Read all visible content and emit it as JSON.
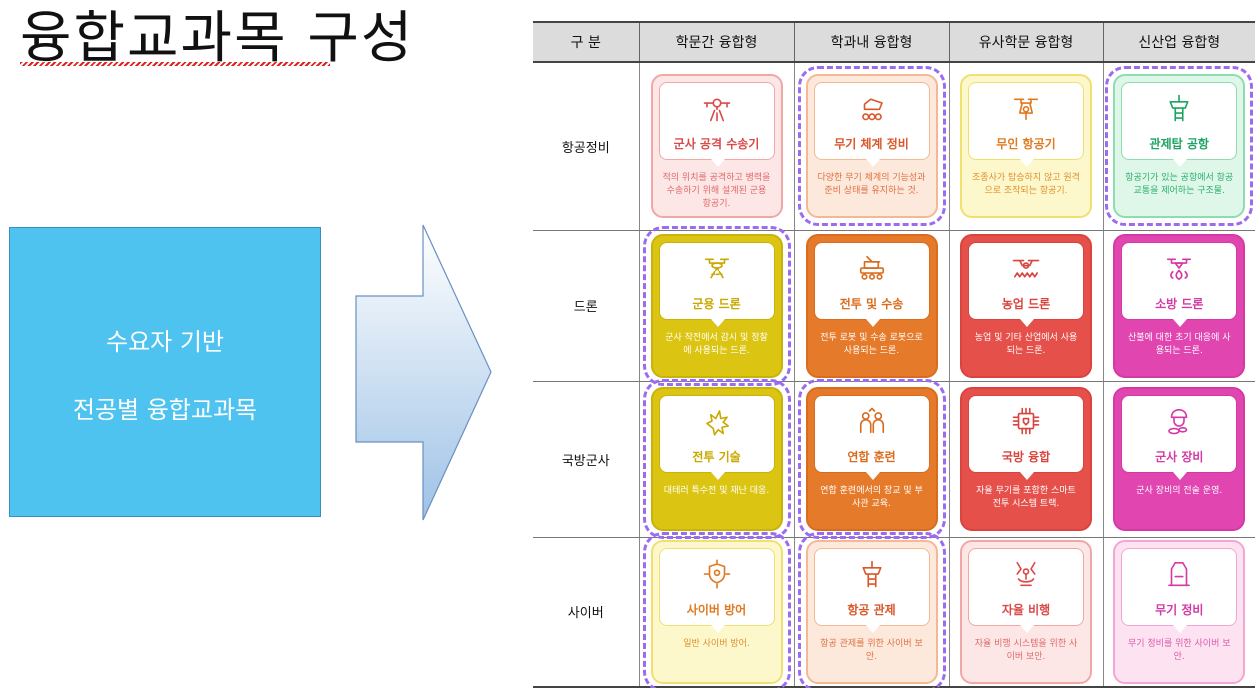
{
  "title": "융합교과목 구성",
  "bluebox": {
    "line1": "수요자 기반",
    "line2": "전공별 융합교과목"
  },
  "table": {
    "headers": [
      "구  분",
      "학문간 융합형",
      "학과내 융합형",
      "유사학문 융합형",
      "신산업 융합형"
    ],
    "rows": [
      {
        "label": "항공정비",
        "cards": [
          {
            "name": "군사 공격 수송기",
            "desc": "적의 위치를 공격하고 병력을 수송하기 위해 설계된 군용 항공기.",
            "icon": "aircraft-icon",
            "style": "pink"
          },
          {
            "name": "무기 체계 정비",
            "desc": "다양한 무기 체계의 기능성과 준비 상태를 유지하는 것.",
            "icon": "cannon-icon",
            "style": "peach"
          },
          {
            "name": "무인 항공기",
            "desc": "조종사가 탑승하지 않고 원격으로 조작되는 항공기.",
            "icon": "uav-icon",
            "style": "yellowlight"
          },
          {
            "name": "관제탑 공항",
            "desc": "항공기가 있는 공항에서 항공 교통을 제어하는 구조물.",
            "icon": "tower-icon",
            "style": "mint"
          }
        ]
      },
      {
        "label": "드론",
        "cards": [
          {
            "name": "군용 드론",
            "desc": "군사 작전에서 감시 및 정찰에 사용되는 드론.",
            "icon": "drone-icon",
            "style": "mustard"
          },
          {
            "name": "전투 및 수송",
            "desc": "전투 로봇 및 수송 로봇으로 사용되는 드론.",
            "icon": "tank-icon",
            "style": "orange"
          },
          {
            "name": "농업 드론",
            "desc": "농업 및 기타 산업에서 사용되는 드론.",
            "icon": "crop-drone-icon",
            "style": "red"
          },
          {
            "name": "소방 드론",
            "desc": "산불에 대한 초기 대응에 사용되는 드론.",
            "icon": "fire-drone-icon",
            "style": "magenta"
          }
        ]
      },
      {
        "label": "국방군사",
        "cards": [
          {
            "name": "전투 기술",
            "desc": "대테러 특수전 및 재난 대응.",
            "icon": "explosion-icon",
            "style": "mustard"
          },
          {
            "name": "연합 훈련",
            "desc": "연합 훈련에서의 장교 및 부사관 교육.",
            "icon": "team-icon",
            "style": "orange"
          },
          {
            "name": "국방 융합",
            "desc": "자율 무기를 포함한 스마트 전투 시스템 트랙.",
            "icon": "chip-icon",
            "style": "red"
          },
          {
            "name": "군사 장비",
            "desc": "군사 장비의 전술 운영.",
            "icon": "soldier-icon",
            "style": "magenta"
          }
        ]
      },
      {
        "label": "사이버",
        "cards": [
          {
            "name": "사이버 방어",
            "desc": "일반 사이버 방어.",
            "icon": "shield-network-icon",
            "style": "yellowlight"
          },
          {
            "name": "항공 관제",
            "desc": "항공 관제를 위한 사이버 보안.",
            "icon": "tower-icon",
            "style": "peach"
          },
          {
            "name": "자율 비행",
            "desc": "자율 비행 시스템을 위한 사이버 보안.",
            "icon": "robot-arm-icon",
            "style": "pink"
          },
          {
            "name": "무기 정비",
            "desc": "무기 정비를 위한 사이버 보안.",
            "icon": "gripper-icon",
            "style": "pinklight"
          }
        ]
      }
    ]
  },
  "styles": {
    "pink": {
      "bg": "#fde6e6",
      "border": "#f2a7a7",
      "name": "#d94a4a",
      "desc": "#e06a6a",
      "icon": "#d94a4a"
    },
    "peach": {
      "bg": "#fde9dc",
      "border": "#f4b894",
      "name": "#d9572a",
      "desc": "#e0703f",
      "icon": "#d9572a"
    },
    "yellowlight": {
      "bg": "#fdf8cc",
      "border": "#f0e070",
      "name": "#e07a20",
      "desc": "#e09030",
      "icon": "#e07a20"
    },
    "mint": {
      "bg": "#dff7e8",
      "border": "#8fdcb0",
      "name": "#1ea362",
      "desc": "#2ab06e",
      "icon": "#1ea362"
    },
    "mustard": {
      "bg": "#dcc512",
      "border": "#c9b20a",
      "name": "#c9a800",
      "desc": "#ffffff",
      "icon": "#c9a800"
    },
    "orange": {
      "bg": "#e57a2a",
      "border": "#d96c1e",
      "name": "#d96c1e",
      "desc": "#ffffff",
      "icon": "#d96c1e"
    },
    "red": {
      "bg": "#e5504a",
      "border": "#d9443e",
      "name": "#d9443e",
      "desc": "#ffffff",
      "icon": "#d9443e"
    },
    "magenta": {
      "bg": "#e045b0",
      "border": "#d43aa4",
      "name": "#d43aa4",
      "desc": "#ffffff",
      "icon": "#d43aa4"
    },
    "pinklight": {
      "bg": "#fde3f2",
      "border": "#f2a6d4",
      "name": "#d43aa4",
      "desc": "#d85aaa",
      "icon": "#d43aa4"
    }
  },
  "highlighted": [
    "0-1",
    "0-3",
    "1-0",
    "2-0",
    "2-1",
    "3-0",
    "3-1"
  ]
}
